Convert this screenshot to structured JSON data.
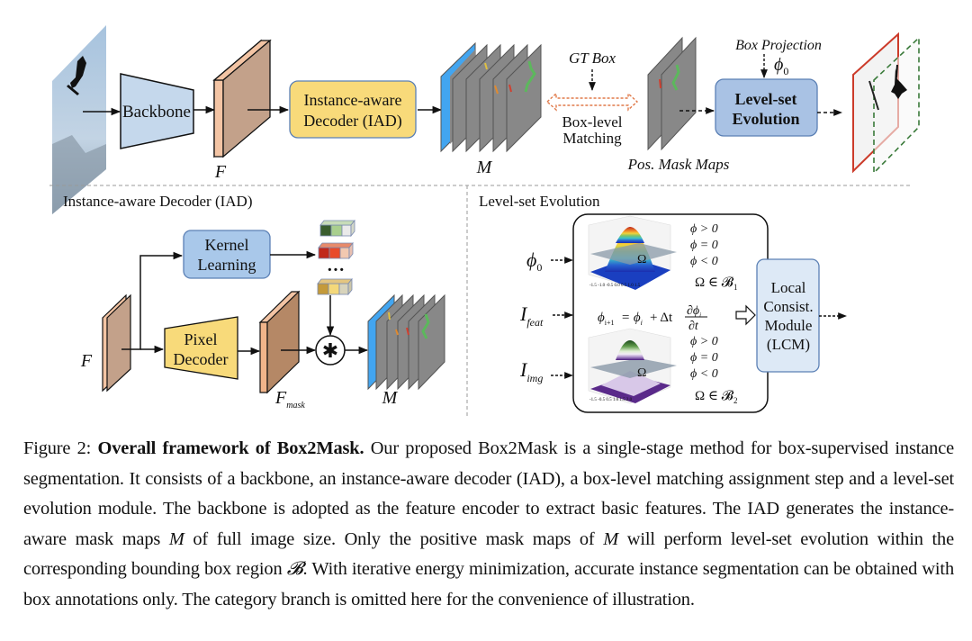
{
  "figure": {
    "top": {
      "backbone_label": "Backbone",
      "feature_label": "F",
      "iad_label_line1": "Instance-aware",
      "iad_label_line2": "Decoder (IAD)",
      "mask_label": "M",
      "gt_box_label": "GT Box",
      "matching_line1": "Box-level",
      "matching_line2": "Matching",
      "pos_mask_label": "Pos. Mask Maps",
      "box_projection_label": "Box Projection",
      "phi0_label": "ϕ",
      "phi0_sub": "0",
      "levelset_line1": "Level-set",
      "levelset_line2": "Evolution"
    },
    "iad_panel": {
      "title": "Instance-aware Decoder (IAD)",
      "kernel_line1": "Kernel",
      "kernel_line2": "Learning",
      "pixel_line1": "Pixel",
      "pixel_line2": "Decoder",
      "f_label": "F",
      "fmask_label": "F",
      "fmask_sub": "mask",
      "m_label": "M",
      "conv_symbol": "✱",
      "ellipsis": "···"
    },
    "levelset_panel": {
      "title": "Level-set Evolution",
      "input_phi0": "ϕ",
      "input_phi0_sub": "0",
      "input_feat": "I",
      "input_feat_sub": "feat",
      "input_img": "I",
      "input_img_sub": "img",
      "cond_gt": "ϕ > 0",
      "cond_eq": "ϕ = 0",
      "cond_lt": "ϕ < 0",
      "omega": "Ω",
      "omega_b1": "Ω ∈ 𝓑",
      "omega_b1_sub": "1",
      "omega_b2": "Ω ∈ 𝓑",
      "omega_b2_sub": "2",
      "equation_lhs": "ϕ",
      "equation_lhs_sub": "i+1",
      "equation_mid": "= ϕ",
      "equation_mid_sub": "i",
      "equation_plus": "+ Δt",
      "equation_num": "∂ϕ",
      "equation_num_sub": "i",
      "equation_den": "∂t",
      "lcm_line1": "Local",
      "lcm_line2": "Consist.",
      "lcm_line3": "Module",
      "lcm_line4": "(LCM)"
    },
    "colors": {
      "backbone_fill": "#c5d8ec",
      "iad_fill": "#f8da7a",
      "iad_stroke": "#5b80b5",
      "levelset_fill": "#a9c2e4",
      "lcm_fill": "#dde9f6",
      "feature_front": "#f3c4a4",
      "feature_side": "#c3a18a",
      "mask_gray": "#888888",
      "mask_blue": "#42a5f0",
      "matching_arrow": "#e07a4a",
      "gt_box_red": "#cc3b2a",
      "pred_box_green": "#3a7a3a"
    }
  },
  "caption": {
    "figure_no": "Figure 2:",
    "bold_title": "Overall framework of Box2Mask.",
    "part1": " Our proposed Box2Mask is a single-stage method for box-supervised instance segmentation.  It consists of a backbone, an instance-aware decoder (IAD), a box-level matching assignment step and a level-set evolution module. The backbone is adopted as the feature encoder to extract basic features. The IAD generates the instance-aware mask maps ",
    "math_m1": "M",
    "part2": " of full image size. Only the positive mask maps of ",
    "math_m2": "M",
    "part3": " will perform level-set evolution within the corresponding bounding box region ",
    "math_b": "𝓑",
    "part4": ". With iterative energy minimization, accurate instance segmentation can be obtained with box annotations only. The category branch is omitted here for the convenience of illustration."
  }
}
